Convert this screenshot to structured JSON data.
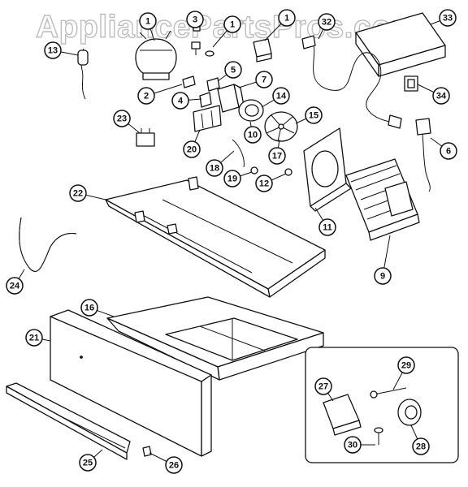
{
  "watermark": "AppliancePartsPros.com",
  "callouts": [
    {
      "id": "c1a",
      "label": "1"
    },
    {
      "id": "c3",
      "label": "3"
    },
    {
      "id": "c1b",
      "label": "1"
    },
    {
      "id": "c1c",
      "label": "1"
    },
    {
      "id": "c32",
      "label": "32"
    },
    {
      "id": "c33",
      "label": "33"
    },
    {
      "id": "c13",
      "label": "13"
    },
    {
      "id": "c2",
      "label": "2"
    },
    {
      "id": "c5",
      "label": "5"
    },
    {
      "id": "c4",
      "label": "4"
    },
    {
      "id": "c7",
      "label": "7"
    },
    {
      "id": "c14",
      "label": "14"
    },
    {
      "id": "c15",
      "label": "15"
    },
    {
      "id": "c10",
      "label": "10"
    },
    {
      "id": "c17",
      "label": "17"
    },
    {
      "id": "c23",
      "label": "23"
    },
    {
      "id": "c20",
      "label": "20"
    },
    {
      "id": "c34",
      "label": "34"
    },
    {
      "id": "c6",
      "label": "6"
    },
    {
      "id": "c18",
      "label": "18"
    },
    {
      "id": "c19",
      "label": "19"
    },
    {
      "id": "c12",
      "label": "12"
    },
    {
      "id": "c22",
      "label": "22"
    },
    {
      "id": "c11",
      "label": "11"
    },
    {
      "id": "c9",
      "label": "9"
    },
    {
      "id": "c24",
      "label": "24"
    },
    {
      "id": "c16",
      "label": "16"
    },
    {
      "id": "c21",
      "label": "21"
    },
    {
      "id": "c27",
      "label": "27"
    },
    {
      "id": "c29",
      "label": "29"
    },
    {
      "id": "c30",
      "label": "30"
    },
    {
      "id": "c28",
      "label": "28"
    },
    {
      "id": "c25",
      "label": "25"
    },
    {
      "id": "c26",
      "label": "26"
    }
  ]
}
